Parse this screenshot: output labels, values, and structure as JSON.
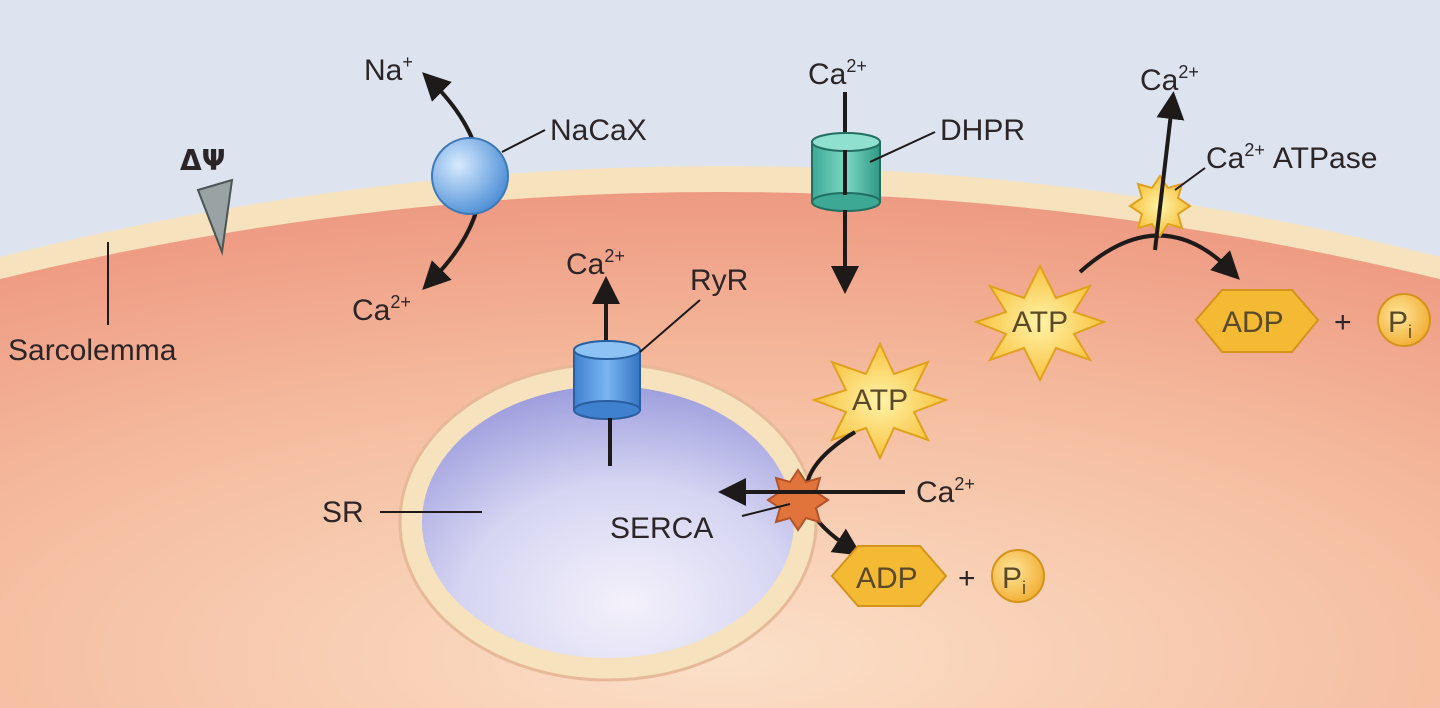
{
  "labels": {
    "na": "Na",
    "na_sup": "+",
    "nacax": "NaCaX",
    "ca_sub_nacax": "Ca",
    "ca_sup": "2+",
    "delta_psi": "ΔΨ",
    "sarcolemma": "Sarcolemma",
    "ca_top_dhpr": "Ca",
    "dhpr": "DHPR",
    "ca_top_atpase": "Ca",
    "ca_atpase": "Ca",
    "atpase_word": "ATPase",
    "atp1": "ATP",
    "adp1": "ADP",
    "plus1": "+",
    "pi1": "P",
    "pi1_sub": "i",
    "ryr": "RyR",
    "ca_ryr": "Ca",
    "atp2": "ATP",
    "ca_serca": "Ca",
    "serca": "SERCA",
    "sr": "SR",
    "adp2": "ADP",
    "plus2": "+",
    "pi2": "P",
    "pi2_sub": "i"
  },
  "colors": {
    "extracellular": "#dde4ef",
    "membrane": "#f6e2bd",
    "cytoplasm": "#f2a98f",
    "sr_lumen": "#c9ccee",
    "nacax": "#7fb4ec",
    "dhpr": "#4cb9a4",
    "ryr": "#4f93dc",
    "atp_star": "#f9c63a",
    "serca": "#e0743a"
  },
  "icons": [
    "delta-psi-triangle-icon",
    "atp-star-icon",
    "adp-diamond-icon",
    "pi-circle-icon"
  ]
}
